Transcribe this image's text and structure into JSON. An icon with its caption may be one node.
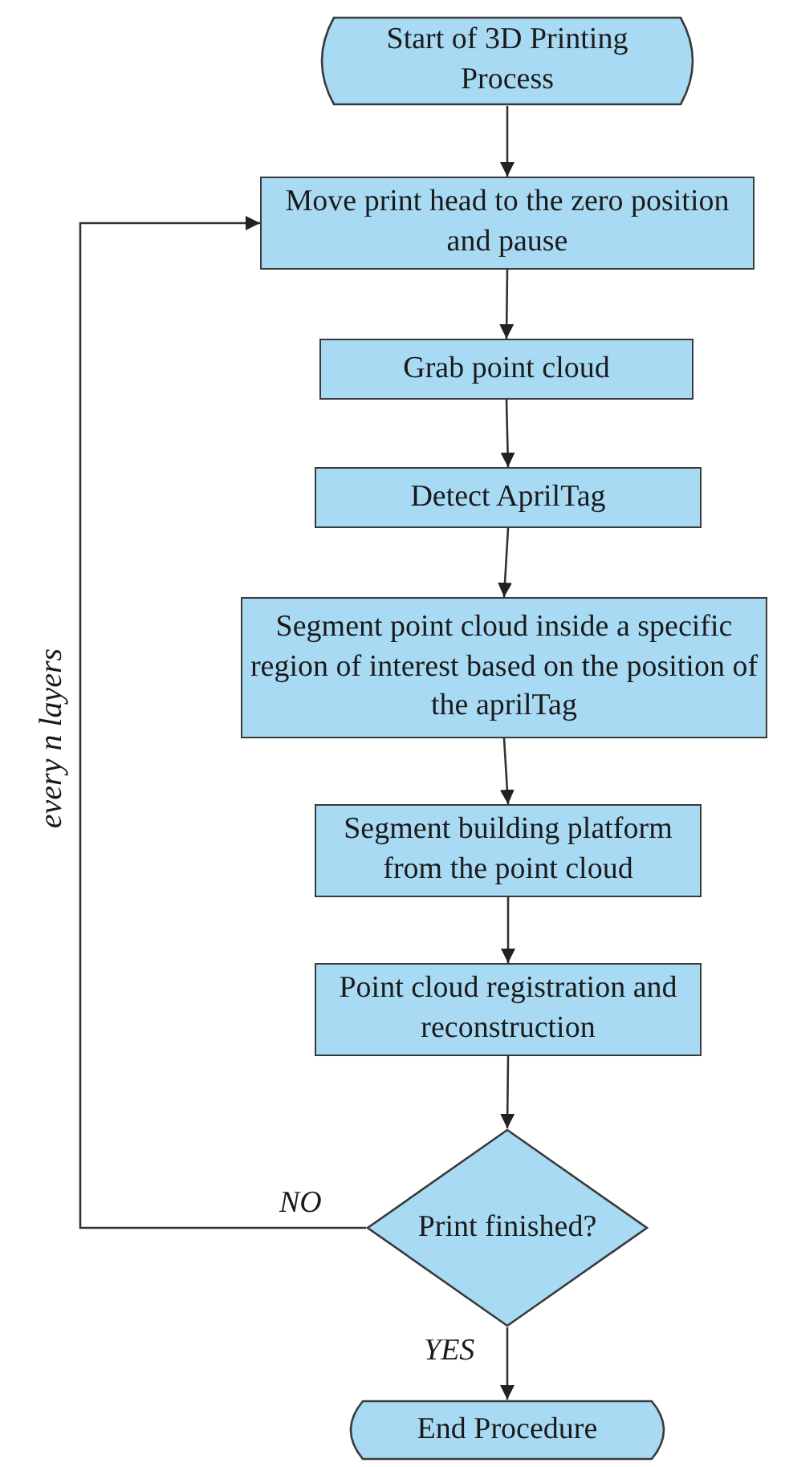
{
  "diagram": {
    "nodes": [
      {
        "text": [
          "Start of 3D Printing Process"
        ]
      },
      {
        "text": [
          "Move print head to the zero position and pause"
        ]
      },
      {
        "text": [
          "Grab point cloud"
        ]
      },
      {
        "text": [
          "Detect AprilTag"
        ]
      },
      {
        "text": [
          "Segment point cloud inside a specific region of interest based on the position of the aprilTag"
        ]
      },
      {
        "text": [
          "Segment building platform from the point cloud"
        ]
      },
      {
        "text": [
          "Point cloud registration and reconstruction"
        ]
      },
      {
        "text": [
          "Print finished?"
        ]
      },
      {
        "text": [
          "End Procedure"
        ]
      }
    ],
    "edges": [
      {
        "from": 0,
        "to": 1,
        "arrow": "to"
      },
      {
        "from": 1,
        "to": 2,
        "arrow": "to"
      },
      {
        "from": 2,
        "to": 3,
        "arrow": "to"
      },
      {
        "from": 3,
        "to": 4,
        "arrow": "to"
      },
      {
        "from": 4,
        "to": 5,
        "arrow": "to"
      },
      {
        "from": 5,
        "to": 6,
        "arrow": "to"
      },
      {
        "from": 6,
        "to": 7,
        "arrow": "to"
      },
      {
        "from": 7,
        "to": 8,
        "label": "YES",
        "arrow": "to"
      },
      {
        "from": 7,
        "to": 1,
        "label": "NO",
        "arrow": "to"
      }
    ],
    "labels": [
      "every n layers"
    ]
  }
}
